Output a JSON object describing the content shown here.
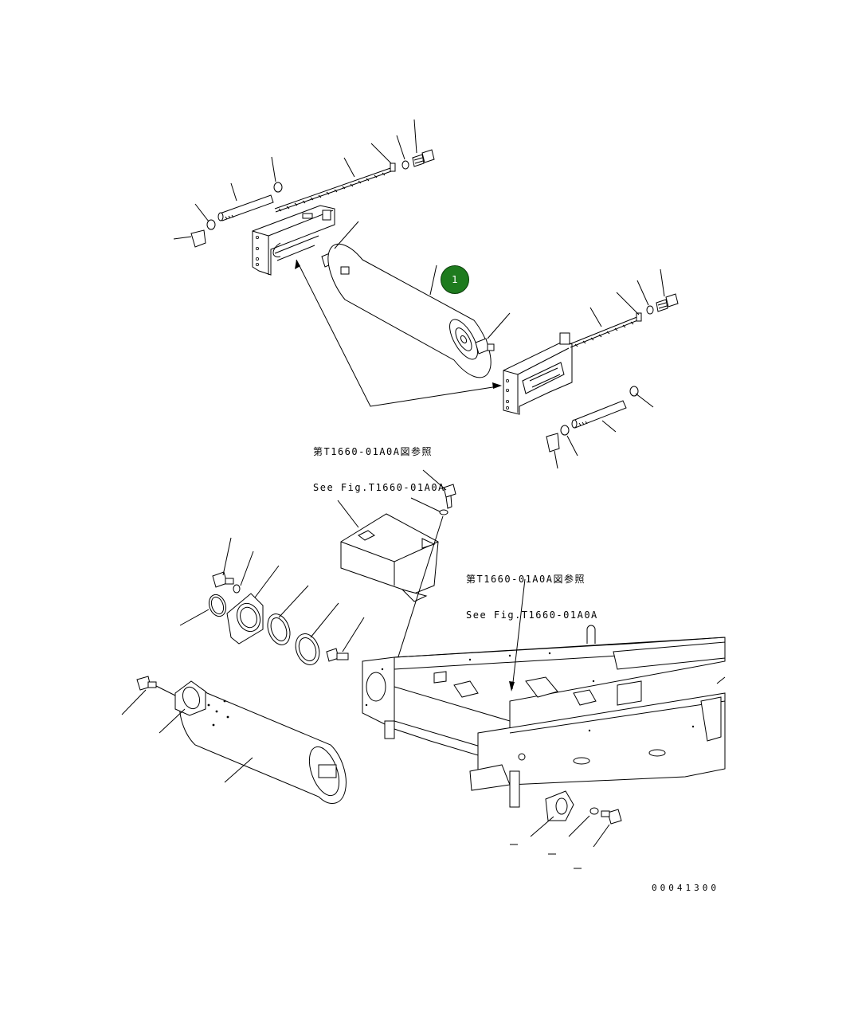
{
  "callouts": [
    {
      "number": "1",
      "color": "#1e7b1e"
    }
  ],
  "references": {
    "top": {
      "line1": "第T1660-01A0A図参照",
      "line2": "See Fig.T1660-01A0A"
    },
    "bottom": {
      "line1": "第T1660-01A0A図参照",
      "line2": "See Fig.T1660-01A0A"
    }
  },
  "drawing_number": "00041300",
  "colors": {
    "line": "#000000",
    "background": "#ffffff",
    "callout": "#1e7b1e"
  }
}
